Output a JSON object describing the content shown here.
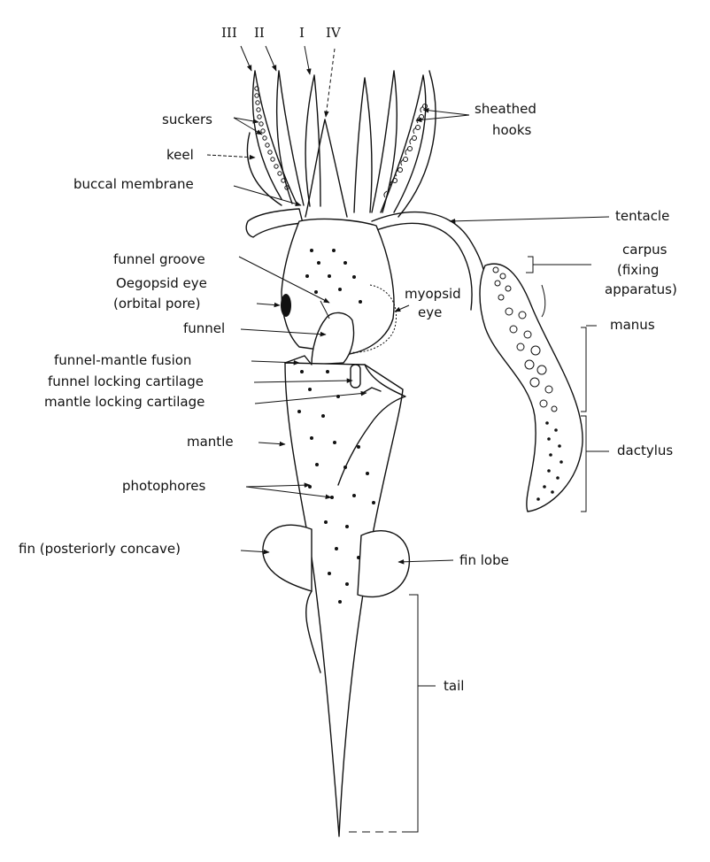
{
  "arm_numerals": [
    "III",
    "II",
    "I",
    "IV"
  ],
  "labels": {
    "suckers": "suckers",
    "sheathed_hooks_1": "sheathed",
    "sheathed_hooks_2": "hooks",
    "keel": "keel",
    "buccal_membrane": "buccal membrane",
    "tentacle": "tentacle",
    "carpus_1": "carpus",
    "carpus_2": "(fixing",
    "carpus_3": "apparatus)",
    "funnel_groove": "funnel groove",
    "oegopsid_eye_1": "Oegopsid eye",
    "oegopsid_eye_2": "(orbital pore)",
    "myopsid_eye_1": "myopsid",
    "myopsid_eye_2": "eye",
    "funnel": "funnel",
    "manus": "manus",
    "funnel_mantle_fusion": "funnel-mantle fusion",
    "funnel_locking_cartilage": "funnel locking cartilage",
    "mantle_locking_cartilage": "mantle locking cartilage",
    "mantle": "mantle",
    "dactylus": "dactylus",
    "photophores": "photophores",
    "fin_posteriorly_concave": "fin (posteriorly concave)",
    "fin_lobe": "fin lobe",
    "tail": "tail"
  }
}
